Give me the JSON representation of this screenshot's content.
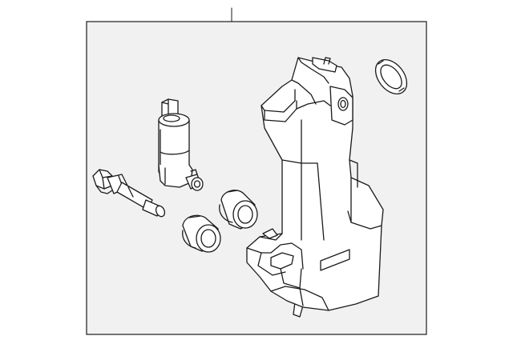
{
  "diagram": {
    "style": "exploded-parts-line-art",
    "background_color": "#ffffff",
    "frame_fill_color": "#f1f1f1",
    "line_color": "#1a1a1a",
    "parts": [
      {
        "name": "washer-reservoir-tank",
        "icon": "reservoir-icon"
      },
      {
        "name": "reservoir-filler-seal",
        "icon": "ring-seal-icon"
      },
      {
        "name": "washer-pump-motor",
        "icon": "pump-icon"
      },
      {
        "name": "fluid-level-sensor",
        "icon": "sensor-icon"
      },
      {
        "name": "pump-grommet",
        "icon": "grommet-icon"
      },
      {
        "name": "sensor-grommet",
        "icon": "grommet-icon"
      }
    ]
  }
}
